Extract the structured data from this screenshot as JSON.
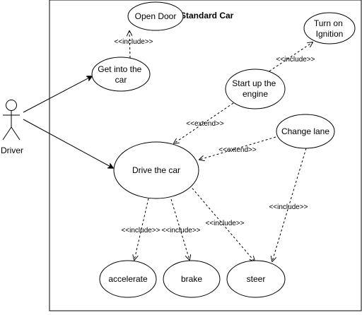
{
  "system": {
    "title": "Standard Car"
  },
  "actor": {
    "label": "Driver"
  },
  "use_cases": {
    "open_door": [
      "Open Door"
    ],
    "get_into_car": [
      "Get into the",
      "car"
    ],
    "turn_on_ignition": [
      "Turn on",
      "Ignition"
    ],
    "start_engine": [
      "Start up the",
      "engine"
    ],
    "drive_car": [
      "Drive the car"
    ],
    "change_lane": [
      "Change lane"
    ],
    "accelerate": [
      "accelerate"
    ],
    "brake": [
      "brake"
    ],
    "steer": [
      "steer"
    ]
  },
  "relations": {
    "include": "<<include>>",
    "extend": "<<extend>>"
  }
}
